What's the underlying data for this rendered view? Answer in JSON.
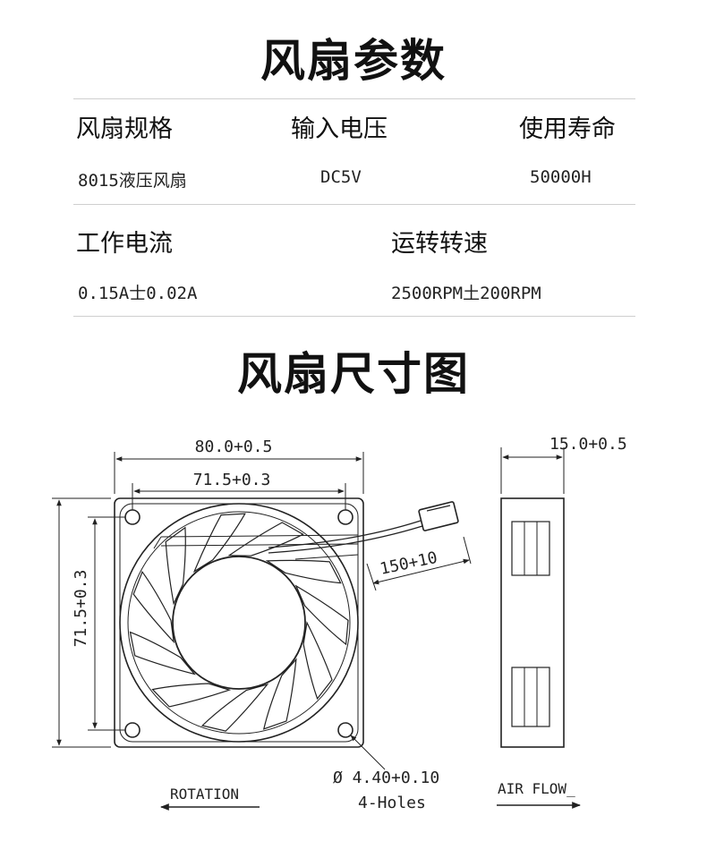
{
  "titles": {
    "params": "风扇参数",
    "dimensions": "风扇尺寸图"
  },
  "params": [
    {
      "label": "风扇规格",
      "value": "8015液压风扇"
    },
    {
      "label": "输入电压",
      "value": "DC5V"
    },
    {
      "label": "使用寿命",
      "value": "50000H"
    },
    {
      "label": "工作电流",
      "value": "0.15A士0.02A"
    },
    {
      "label": "运转转速",
      "value": "2500RPM土200RPM"
    }
  ],
  "diagram": {
    "outer_width": "80.0+0.5",
    "hole_spacing_h": "71.5+0.3",
    "hole_spacing_v": "71.5+0.3",
    "cable_length": "150+10",
    "thickness": "15.0+0.5",
    "hole_diameter": "Ø 4.40+0.10",
    "hole_count": "4-Holes",
    "rotation": "ROTATION",
    "air_flow": "AIR FLOW_"
  }
}
